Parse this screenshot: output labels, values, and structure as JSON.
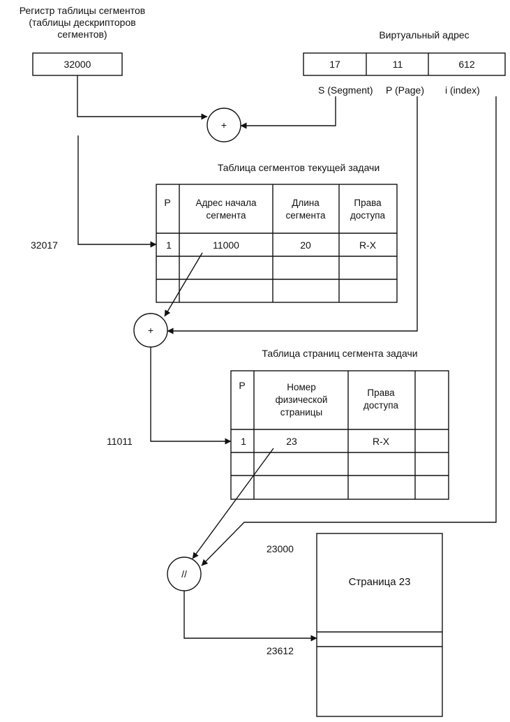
{
  "register": {
    "title": [
      "Регистр таблицы сегментов",
      "(таблицы дескрипторов",
      "сегментов)"
    ],
    "value": "32000"
  },
  "virtual_address": {
    "title": "Виртуальный адрес",
    "fields": [
      "17",
      "11",
      "612"
    ],
    "field_labels": [
      "S (Segment)",
      "P (Page)",
      "i (index)"
    ]
  },
  "adders": {
    "segment_adder_symbol": "+",
    "page_adder_symbol": "+",
    "concat_symbol": "//"
  },
  "segment_table": {
    "title": "Таблица сегментов текущей задачи",
    "headers": [
      [
        "P"
      ],
      [
        "Адрес начала",
        "сегмента"
      ],
      [
        "Длина",
        "сегмента"
      ],
      [
        "Права",
        "доступа"
      ]
    ],
    "row": [
      "1",
      "11000",
      "20",
      "R-X"
    ],
    "pointer_address": "32017"
  },
  "page_table": {
    "title": "Таблица страниц сегмента задачи",
    "headers": [
      [
        "P"
      ],
      [
        "Номер",
        "физической",
        "страницы"
      ],
      [
        "Права",
        "доступа"
      ]
    ],
    "row": [
      "1",
      "23",
      "R-X"
    ],
    "pointer_address": "11011"
  },
  "physical_page": {
    "start_address": "23000",
    "label": "Страница 23",
    "target_address": "23612"
  }
}
